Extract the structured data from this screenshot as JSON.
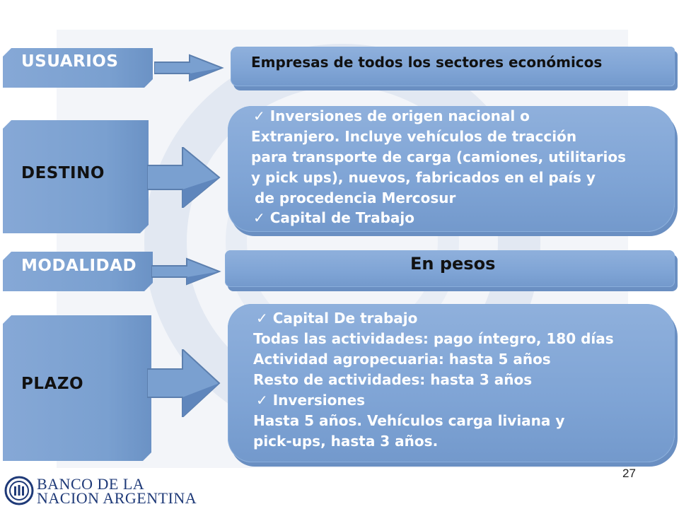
{
  "rows": {
    "usuarios": {
      "label": "USUARIOS",
      "content": "Empresas de todos los sectores económicos"
    },
    "destino": {
      "label": "DESTINO",
      "lines": [
        "✓  Inversiones de origen nacional o",
        "Extranjero. Incluye vehículos de tracción",
        "para transporte de carga (camiones, utilitarios",
        "y pick ups), nuevos, fabricados en el país y",
        " de procedencia Mercosur",
        "✓  Capital de Trabajo"
      ]
    },
    "modalidad": {
      "label": "MODALIDAD",
      "content": "En pesos"
    },
    "plazo": {
      "label": "PLAZO",
      "lines": [
        "✓  Capital De trabajo",
        "Todas las actividades: pago íntegro, 180 días",
        "Actividad agropecuaria: hasta 5 años",
        "Resto de actividades: hasta 3 años",
        "✓    Inversiones",
        "Hasta 5 años. Vehículos carga liviana y",
        "pick-ups, hasta 3 años."
      ]
    }
  },
  "page_number": "27",
  "logo": {
    "line1": "BANCO DE LA",
    "line2": "NACION ARGENTINA"
  },
  "colors": {
    "box_blue": "#7fa4d5",
    "shadow_blue": "#5c7fae",
    "logo_blue": "#1f3a78"
  }
}
